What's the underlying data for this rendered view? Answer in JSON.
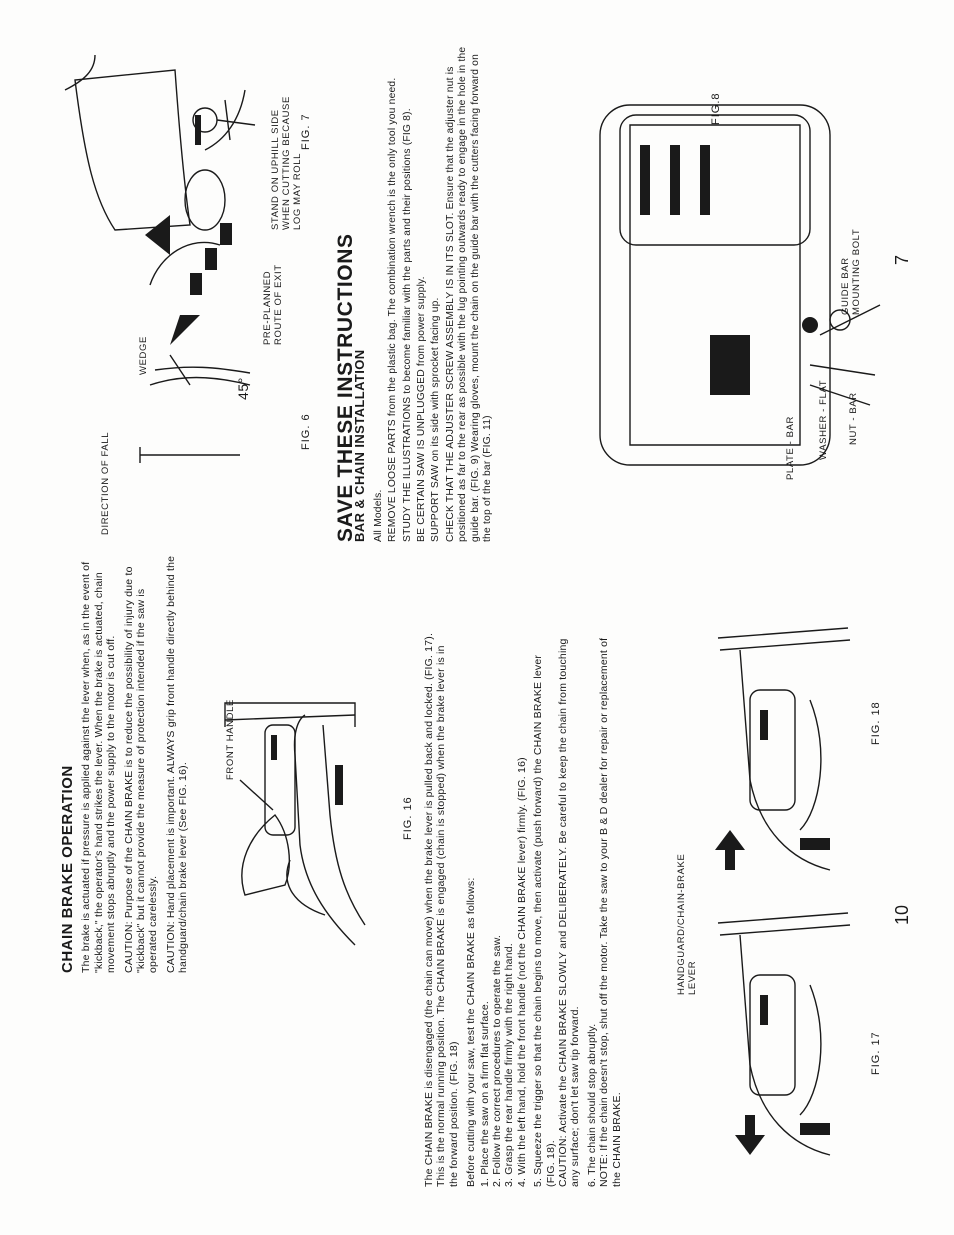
{
  "left_page": {
    "heading": "CHAIN BRAKE OPERATION",
    "intro": [
      "The brake is actuated if pressure is applied against the lever when, as in the event of \"kickback,\" the operator's hand strikes the lever. When the brake is actuated, chain movement stops abruptly and the power supply to the motor is cut off.",
      "CAUTION: Purpose of the CHAIN BRAKE is to reduce the possibility of injury due to \"kickback\" but it cannot provide the measure of protection intended if the saw is operated carelessly.",
      "CAUTION: Hand placement is important. ALWAYS grip front handle directly behind the handguard/chain brake lever (See FIG. 16)."
    ],
    "fig16_label": "FRONT HANDLE",
    "fig16_caption": "FIG. 16",
    "body": [
      "The CHAIN BRAKE is disengaged (the chain can move) when the brake lever is pulled back and locked. (FIG. 17). This is the normal running position. The CHAIN BRAKE is engaged (chain is stopped) when the brake lever is in the forward position. (FIG. 18)",
      "Before cutting with your saw, test the CHAIN BRAKE as follows:"
    ],
    "steps": [
      "1. Place the saw on a firm flat surface.",
      "2. Follow the correct procedures to operate the saw.",
      "3. Grasp the rear handle firmly with the right hand.",
      "4. With the left hand, hold the front handle (not the CHAIN BRAKE lever) firmly. (FIG. 16)",
      "5. Squeeze the trigger so that the chain begins to move, then activate (push forward) the CHAIN BRAKE lever (FIG. 18).",
      "CAUTION: Activate the CHAIN BRAKE SLOWLY and DELIBERATELY. Be careful to keep the chain from touching any surface; don't let saw tip forward.",
      "6. The chain should stop abruptly.",
      "NOTE: If the chain doesn't stop, shut off the motor. Take the saw to your B & D dealer for repair or replacement of the CHAIN BRAKE."
    ],
    "handguard_label": "HANDGUARD/CHAIN-BRAKE LEVER",
    "fig17_caption": "FIG. 17",
    "fig18_caption": "FIG. 18",
    "page_number": "10"
  },
  "right_page": {
    "fig6_labels": {
      "direction": "DIRECTION OF FALL",
      "wedge": "WEDGE",
      "angle": "45°",
      "exit": "PRE-PLANNED ROUTE OF EXIT"
    },
    "fig6_caption": "FIG. 6",
    "fig7_label": "STAND ON UPHILL SIDE WHEN CUTTING BECAUSE LOG MAY ROLL",
    "fig7_caption": "FIG. 7",
    "save_heading": "SAVE THESE INSTRUCTIONS",
    "install_heading": "BAR & CHAIN INSTALLATION",
    "models": "All Models.",
    "paragraphs": [
      "REMOVE LOOSE PARTS from the plastic bag. The combination wrench is the only tool you need.",
      "STUDY THE ILLUSTRATIONS to become familiar with the parts and their positions (FIG 8).",
      "BE CERTAIN SAW IS UNPLUGGED from power supply.",
      "SUPPORT SAW on its side with sprocket facing up.",
      "CHECK THAT THE ADJUSTER SCREW ASSEMBLY IS IN ITS SLOT. Ensure that the adjuster nut is positioned as far to the rear as possible with the lug pointing outwards ready to engage in the hole in the guide bar. (FIG. 9) Wearing gloves, mount the chain on the guide bar with the cutters facing forward on the top of the bar (FIG. 11)"
    ],
    "fig8_labels": {
      "plate_bar": "PLATE - BAR",
      "washer_flat": "WASHER - FLAT",
      "nut_bar": "NUT - BAR",
      "guide_bolt": "GUIDE BAR MOUNTING BOLT"
    },
    "fig8_caption": "FIG.8",
    "page_number": "7"
  }
}
